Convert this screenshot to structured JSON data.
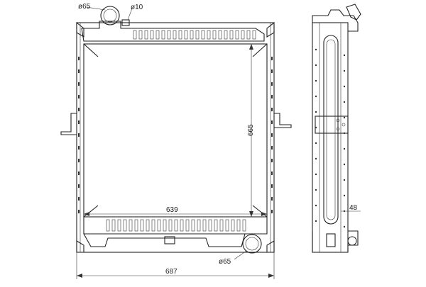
{
  "drawing": {
    "dimensions": {
      "inlet_pipe": "ø65",
      "vent_pipe": "ø10",
      "core_height": "665",
      "core_width": "639",
      "overall_width": "687",
      "outlet_pipe": "ø65",
      "side_depth": "48"
    },
    "colors": {
      "line": "#222222",
      "background": "#ffffff"
    }
  }
}
